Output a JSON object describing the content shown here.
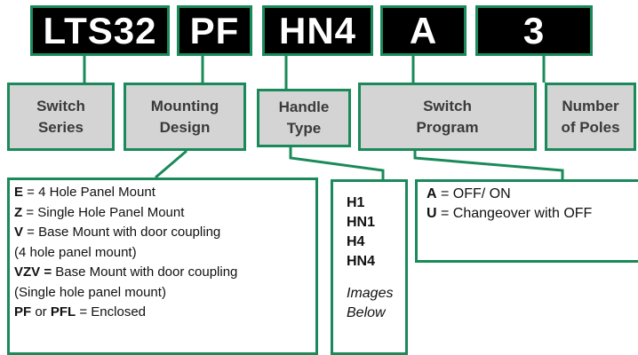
{
  "codes": [
    "LTS32",
    "PF",
    "HN4",
    "A",
    "3"
  ],
  "labels": {
    "series": [
      "Switch",
      "Series"
    ],
    "mounting": [
      "Mounting",
      "Design"
    ],
    "handle": [
      "Handle",
      "Type"
    ],
    "program": [
      "Switch",
      "Program"
    ],
    "poles": [
      "Number",
      "of Poles"
    ]
  },
  "mounting_options": [
    {
      "code": "E",
      "sep": " = ",
      "desc": "4 Hole Panel Mount"
    },
    {
      "code": "Z",
      "sep": " = ",
      "desc": "Single Hole Panel Mount"
    },
    {
      "code": "V",
      "sep": " = ",
      "desc": "Base Mount with door coupling"
    },
    {
      "code": "",
      "sep": "",
      "desc": "(4 hole panel mount)"
    },
    {
      "code": "VZV =",
      "sep": " ",
      "desc": "Base Mount with door coupling"
    },
    {
      "code": "",
      "sep": "",
      "desc": "(Single hole panel mount)"
    },
    {
      "code": "PF",
      "sep": " or ",
      "code2": "PFL",
      "desc2": " = Enclosed"
    }
  ],
  "handle_options": [
    "H1",
    "HN1",
    "H4",
    "HN4"
  ],
  "handle_note": [
    "Images",
    "Below"
  ],
  "program_options": [
    {
      "code": "A",
      "desc": " = OFF/ ON"
    },
    {
      "code": "U",
      "desc": " = Changeover with OFF"
    }
  ],
  "colors": {
    "accent": "#1a8a5a",
    "label_bg": "#d4d4d4",
    "code_bg": "#000000"
  }
}
